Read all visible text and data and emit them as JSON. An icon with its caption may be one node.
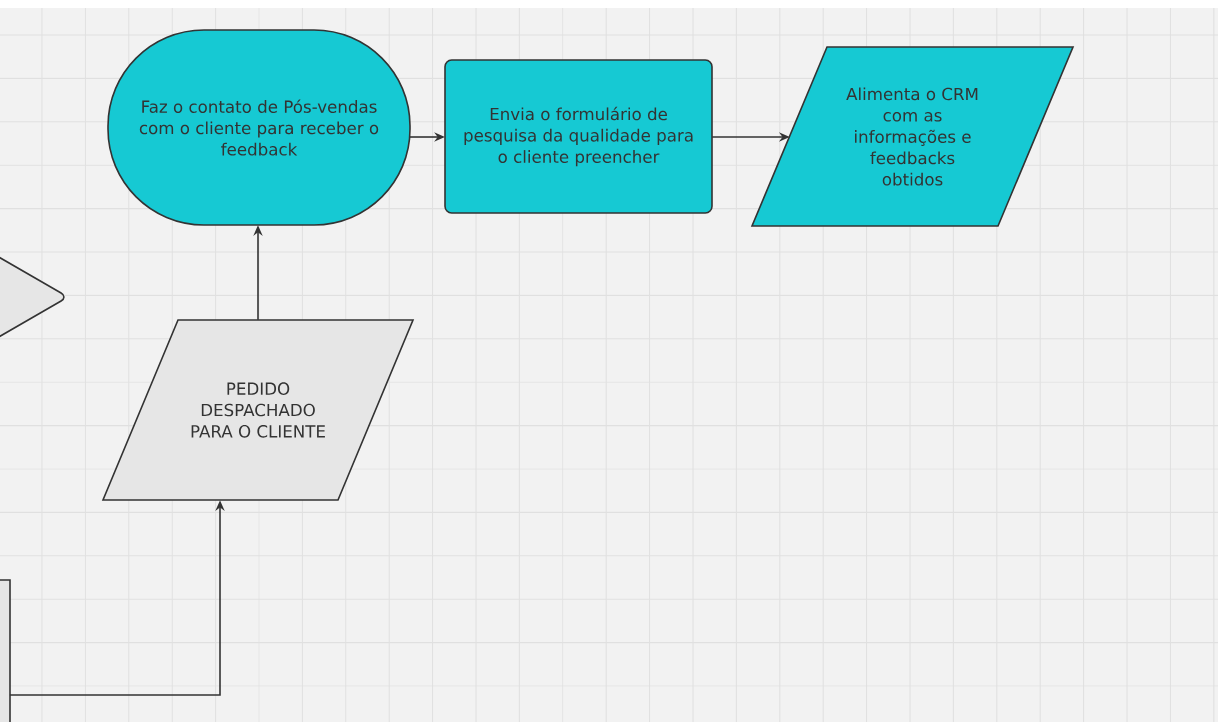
{
  "diagram": {
    "nodes": [
      {
        "text": [
          "Faz o contato de Pós-vendas com o cliente para receber o feedback"
        ]
      },
      {
        "text": [
          "Envia o formulário de pesquisa da qualidade para o cliente preencher"
        ]
      },
      {
        "text": [
          "Alimenta o CRM com as informações e feedbacks obtidos"
        ]
      },
      {
        "text": [],
        "shape": "pentagon"
      },
      {
        "text": [
          "PEDIDO DESPACHADO PARA O CLIENTE"
        ]
      },
      {
        "text": [],
        "shape": "box"
      }
    ],
    "edges": [
      {
        "from": 0,
        "to": 1,
        "arrow": "to"
      },
      {
        "from": 1,
        "to": 2,
        "arrow": "to"
      },
      {
        "from": 4,
        "to": 0,
        "arrow": "to"
      },
      {
        "from": 5,
        "to": 4,
        "arrow": "to"
      }
    ]
  }
}
